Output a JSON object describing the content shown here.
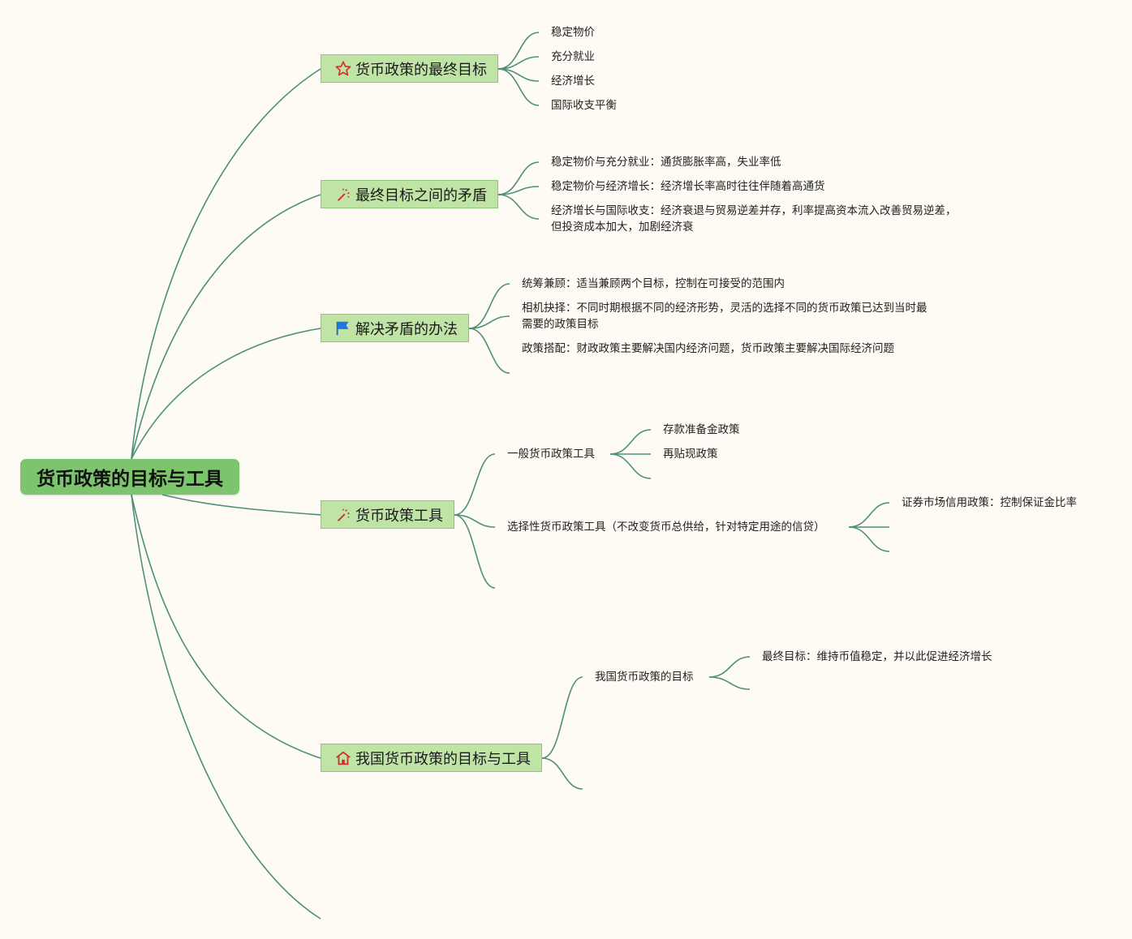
{
  "root": {
    "label": "货币政策的目标与工具"
  },
  "topics": [
    {
      "label": "货币政策的最终目标",
      "icon": "star-icon",
      "children": [
        "稳定物价",
        "充分就业",
        "经济增长",
        "国际收支平衡"
      ]
    },
    {
      "label": "最终目标之间的矛盾",
      "icon": "magic-wand-icon",
      "children": [
        "稳定物价与充分就业：通货膨胀率高，失业率低",
        "稳定物价与经济增长：经济增长率高时往往伴随着高通货",
        "经济增长与国际收支：经济衰退与贸易逆差并存，利率提高资本流入改善贸易逆差，但投资成本加大，加剧经济衰"
      ]
    },
    {
      "label": "解决矛盾的办法",
      "icon": "flag-icon",
      "children": [
        "统筹兼顾：适当兼顾两个目标，控制在可接受的范围内",
        "相机抉择：不同时期根据不同的经济形势，灵活的选择不同的货币政策已达到当时最需要的政策目标",
        "政策搭配：财政政策主要解决国内经济问题，货币政策主要解决国际经济问题"
      ]
    },
    {
      "label": "货币政策工具",
      "icon": "magic-wand-icon",
      "children": [
        {
          "label": "一般货币政策工具",
          "children": [
            "存款准备金政策",
            "再贴现政策"
          ]
        },
        {
          "label": "选择性货币政策工具（不改变货币总供给，针对特定用途的信贷）",
          "children": [
            "证券市场信用政策：控制保证金比率"
          ]
        }
      ]
    },
    {
      "label": "我国货币政策的目标与工具",
      "icon": "home-icon",
      "children": [
        {
          "label": "我国货币政策的目标",
          "children": [
            "最终目标：维持币值稳定，并以此促进经济增长"
          ]
        }
      ]
    }
  ],
  "colors": {
    "root": "#7cc56e",
    "topic": "#bfe4a6",
    "line": "#4f8f7a",
    "background": "#fdfbf3"
  }
}
